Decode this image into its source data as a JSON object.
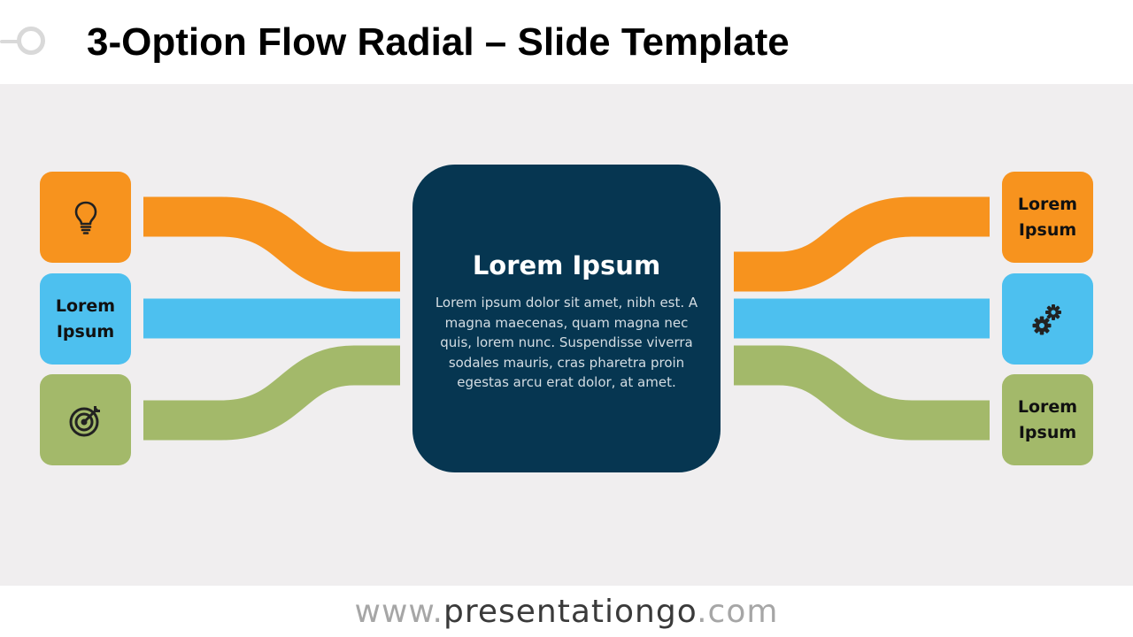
{
  "title": "3-Option Flow Radial – Slide Template",
  "center": {
    "title": "Lorem Ipsum",
    "body": "Lorem ipsum dolor sit amet, nibh est. A magna maecenas, quam magna nec quis, lorem nunc. Suspendisse viverra sodales mauris, cras pharetra proin egestas arcu erat dolor, at amet."
  },
  "left": [
    {
      "type": "icon",
      "icon": "lightbulb-icon",
      "color": "#f7931e"
    },
    {
      "type": "text",
      "label": "Lorem Ipsum",
      "color": "#4dc0ef"
    },
    {
      "type": "icon",
      "icon": "target-icon",
      "color": "#a3b96a"
    }
  ],
  "right": [
    {
      "type": "text",
      "label": "Lorem Ipsum",
      "color": "#f7931e"
    },
    {
      "type": "icon",
      "icon": "gears-icon",
      "color": "#4dc0ef"
    },
    {
      "type": "text",
      "label": "Lorem Ipsum",
      "color": "#a3b96a"
    }
  ],
  "colors": {
    "orange": "#f7931e",
    "blue": "#4dc0ef",
    "green": "#a3b96a",
    "navy": "#063651"
  },
  "footer": {
    "prefix": "www.",
    "brand": "presentationgo",
    "suffix": ".com"
  }
}
